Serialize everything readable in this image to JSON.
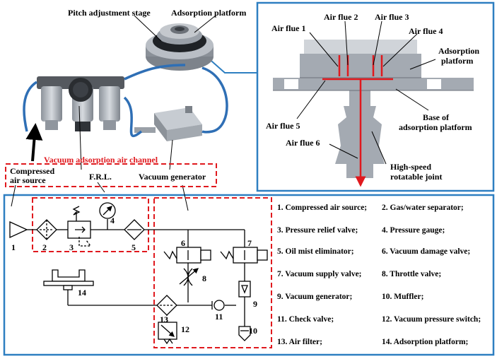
{
  "top_labels": {
    "pitch_stage": "Pitch adjustment stage",
    "adsorption_platform": "Adsorption platform",
    "vacuum_channel": "Vacuum adsorption air channel",
    "compressed_air": [
      "Compressed",
      "air source"
    ],
    "frl": "F.R.L.",
    "vacuum_generator": "Vacuum generator"
  },
  "section_labels": {
    "flue1": "Air flue 1",
    "flue2": "Air flue 2",
    "flue3": "Air flue 3",
    "flue4": "Air flue 4",
    "flue5": "Air flue 5",
    "flue6": "Air flue 6",
    "platform": [
      "Adsorption",
      "platform"
    ],
    "base": [
      "Base of",
      "adsorption platform"
    ],
    "joint": [
      "High-speed",
      "rotatable joint"
    ]
  },
  "numbers": [
    "1",
    "2",
    "3",
    "4",
    "5",
    "6",
    "7",
    "8",
    "9",
    "10",
    "11",
    "12",
    "13",
    "14"
  ],
  "legend": [
    [
      "1. Compressed air source;",
      "2. Gas/water separator;"
    ],
    [
      "3. Pressure relief valve;",
      "4. Pressure gauge;"
    ],
    [
      "5. Oil mist eliminator;",
      "6. Vacuum damage valve;"
    ],
    [
      "7. Vacuum supply valve;",
      "8. Throttle valve;"
    ],
    [
      "9. Vacuum generator;",
      "10. Muffler;"
    ],
    [
      "11. Check valve;",
      "12. Vacuum pressure switch;"
    ],
    [
      "13. Air filter;",
      "14. Adsorption platform;"
    ]
  ],
  "colors": {
    "frame": "#2e7fc1",
    "dash": "#e0191e",
    "flue": "#e0191e",
    "metal": "#a4aab2"
  }
}
